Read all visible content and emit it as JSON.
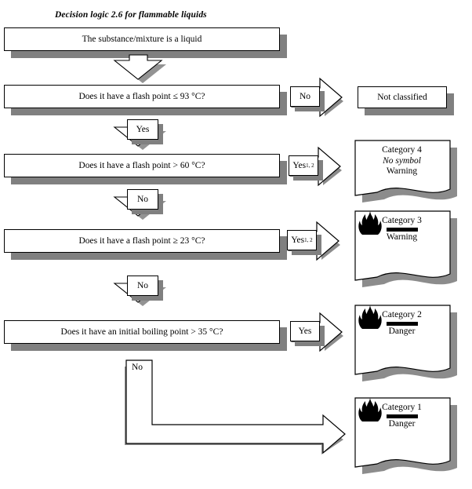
{
  "document": {
    "title": "Decision logic 2.6 for flammable liquids",
    "type": "decision-flowchart",
    "subject": "GHS classification of flammable liquids"
  },
  "colors": {
    "shadow": "#808080",
    "border": "#000000",
    "box_fill": "#ffffff",
    "symbol": "#000000"
  },
  "nodes": {
    "start": {
      "label": "The substance/mixture is a liquid"
    },
    "q1": {
      "label": "Does it have a flash point ≤ 93 °C?"
    },
    "q2": {
      "label": "Does it have a flash point > 60 °C?"
    },
    "q3": {
      "label": "Does it have a flash point ≥ 23 °C?"
    },
    "q4": {
      "label": "Does it have an initial boiling point > 35 °C?"
    }
  },
  "down_arrows": [
    {
      "name": "start-to-q1",
      "label": ""
    },
    {
      "name": "q1-yes-to-q2",
      "label": "Yes"
    },
    {
      "name": "q2-no-to-q3",
      "label": "No"
    },
    {
      "name": "q3-no-to-q4",
      "label": "No"
    }
  ],
  "right_arrows": [
    {
      "name": "q1-no",
      "label": "No",
      "sup": ""
    },
    {
      "name": "q2-yes",
      "label": "Yes",
      "sup": "1, 2"
    },
    {
      "name": "q3-yes",
      "label": "Yes",
      "sup": "1, 2"
    },
    {
      "name": "q4-yes",
      "label": "Yes",
      "sup": ""
    }
  ],
  "elbow_arrow": {
    "name": "q4-no",
    "label": "No"
  },
  "outcomes": [
    {
      "name": "not-classified",
      "shape": "rectangle",
      "category": "Not classified",
      "symbol_text": "",
      "signal_word": "",
      "has_flame": false
    },
    {
      "name": "category-4",
      "shape": "document",
      "category": "Category 4",
      "symbol_text": "No symbol",
      "signal_word": "Warning",
      "has_flame": false
    },
    {
      "name": "category-3",
      "shape": "document",
      "category": "Category 3",
      "symbol_text": "",
      "signal_word": "Warning",
      "has_flame": true
    },
    {
      "name": "category-2",
      "shape": "document",
      "category": "Category 2",
      "symbol_text": "",
      "signal_word": "Danger",
      "has_flame": true
    },
    {
      "name": "category-1",
      "shape": "document",
      "category": "Category 1",
      "symbol_text": "",
      "signal_word": "Danger",
      "has_flame": true
    }
  ]
}
